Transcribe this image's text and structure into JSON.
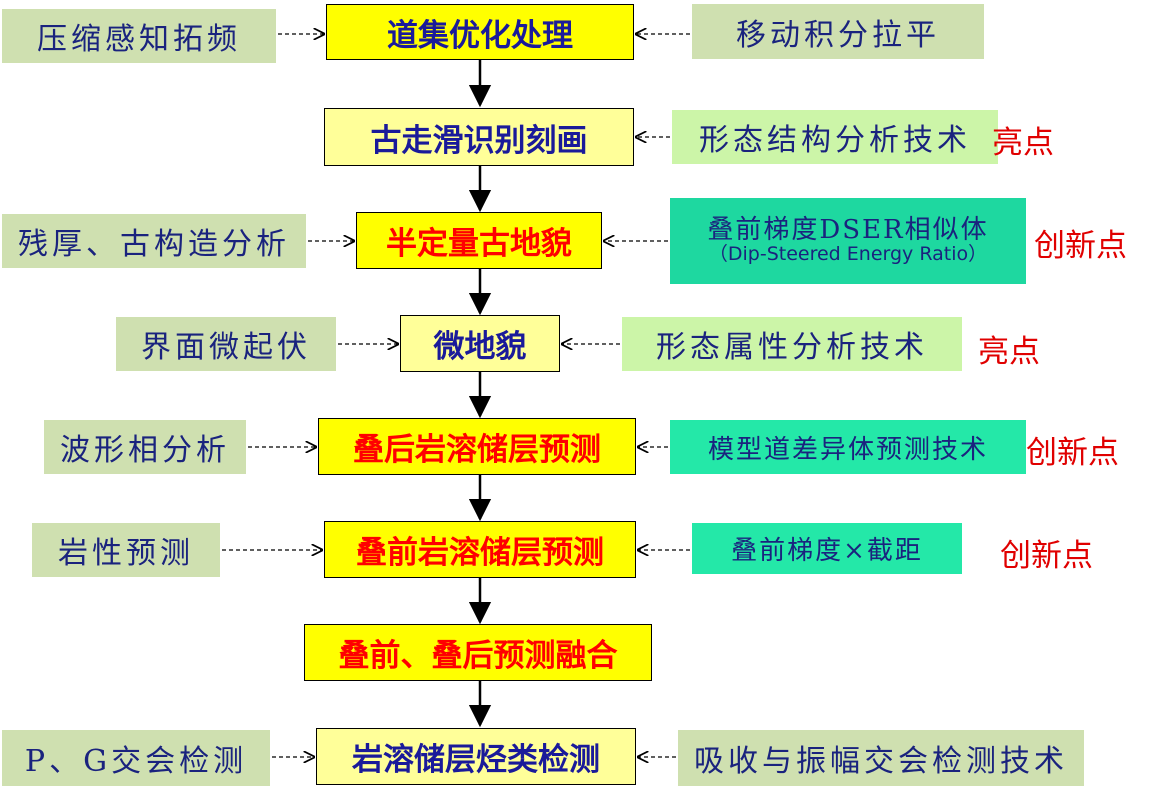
{
  "center": [
    {
      "id": "c1",
      "label": "道集优化处理"
    },
    {
      "id": "c2",
      "label": "古走滑识别刻画"
    },
    {
      "id": "c3",
      "label": "半定量古地貌"
    },
    {
      "id": "c4",
      "label": "微地貌"
    },
    {
      "id": "c5",
      "label": "叠后岩溶储层预测"
    },
    {
      "id": "c6",
      "label": "叠前岩溶储层预测"
    },
    {
      "id": "c7",
      "label": "叠前、叠后预测融合"
    },
    {
      "id": "c8",
      "label": "岩溶储层烃类检测"
    }
  ],
  "left": [
    {
      "id": "l1",
      "label": "压缩感知拓频"
    },
    {
      "id": "l3",
      "label": "残厚、古构造分析"
    },
    {
      "id": "l4",
      "label": "界面微起伏"
    },
    {
      "id": "l5",
      "label": "波形相分析"
    },
    {
      "id": "l6",
      "label": "岩性预测"
    },
    {
      "id": "l8",
      "label": "P、G交会检测"
    }
  ],
  "right": [
    {
      "id": "r1",
      "label": "移动积分拉平"
    },
    {
      "id": "r2",
      "label": "形态结构分析技术"
    },
    {
      "id": "r3",
      "label": "叠前梯度DSER相似体",
      "sub": "（Dip-Steered Energy Ratio）"
    },
    {
      "id": "r4",
      "label": "形态属性分析技术"
    },
    {
      "id": "r5",
      "label": "模型道差异体预测技术"
    },
    {
      "id": "r6",
      "label": "叠前梯度×截距"
    },
    {
      "id": "r8",
      "label": "吸收与振幅交会检测技术"
    }
  ],
  "notes": {
    "r2": "亮点",
    "r3": "创新点",
    "r4": "亮点",
    "r5": "创新点",
    "r6": "创新点"
  }
}
